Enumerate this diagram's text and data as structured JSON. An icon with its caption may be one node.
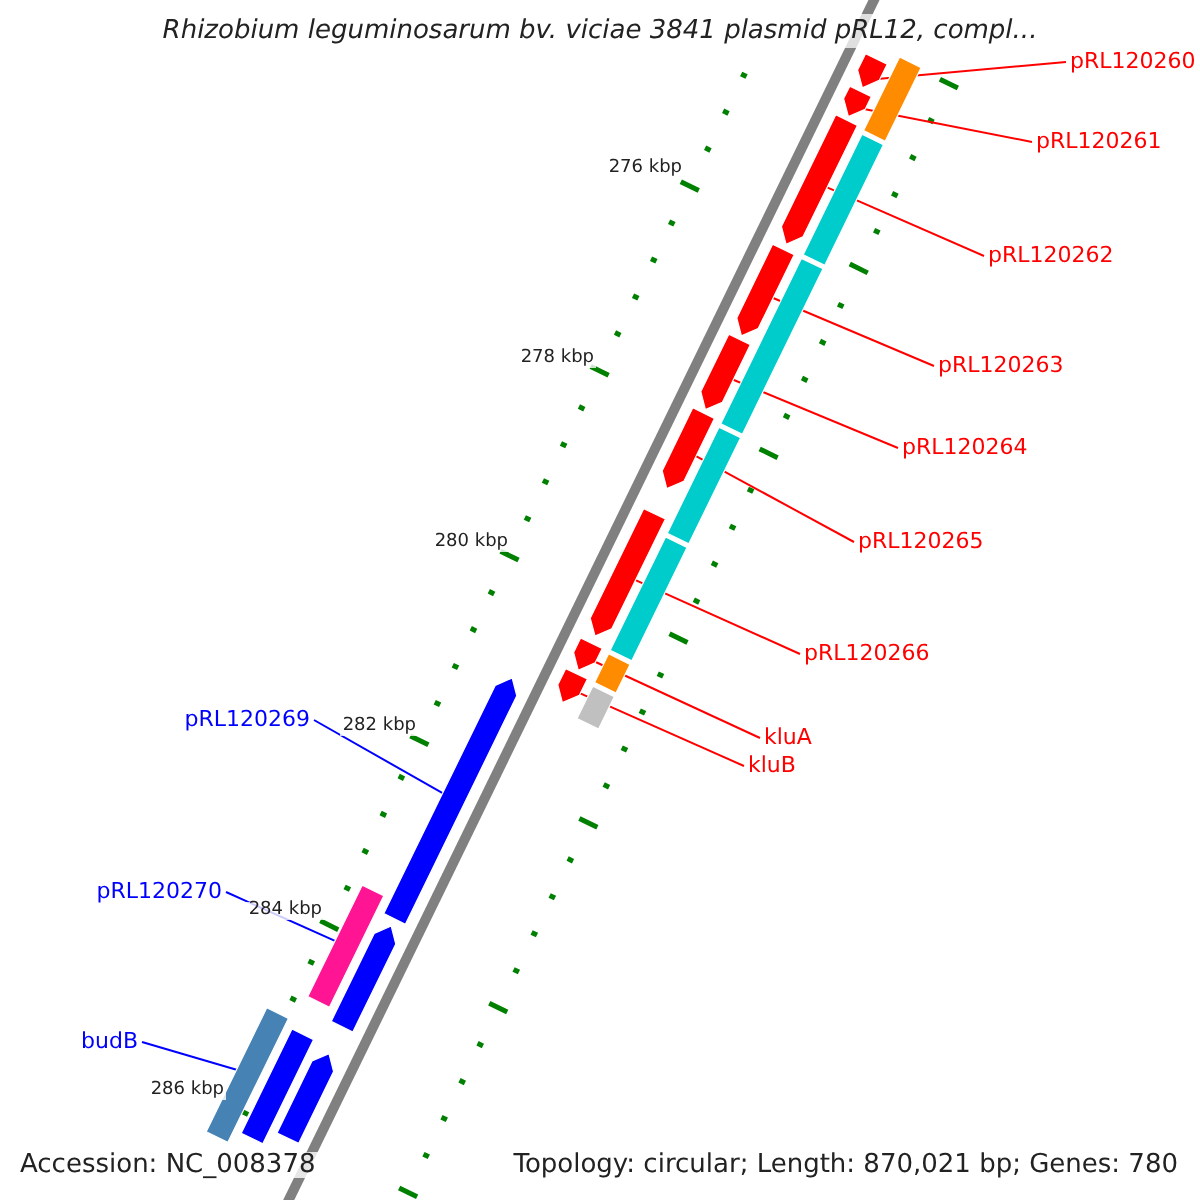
{
  "diagram": {
    "title": "Rhizobium leguminosarum bv. viciae 3841 plasmid pRL12, compl...",
    "nodes": [
      {
        "text": [
          "pRL120260"
        ]
      },
      {
        "text": [
          "pRL120261"
        ]
      },
      {
        "text": [
          "pRL120262"
        ]
      },
      {
        "text": [
          "pRL120263"
        ]
      },
      {
        "text": [
          "pRL120264"
        ]
      },
      {
        "text": [
          "pRL120265"
        ]
      },
      {
        "text": [
          "pRL120266"
        ]
      },
      {
        "text": [
          "kluA"
        ]
      },
      {
        "text": [
          "kluB"
        ]
      },
      {
        "text": [
          "pRL120269"
        ]
      },
      {
        "text": [
          "pRL120270"
        ]
      },
      {
        "text": [
          "budB"
        ]
      },
      {
        "text": [],
        "shape": "arrow"
      },
      {
        "text": [],
        "shape": "bar"
      },
      {
        "text": [],
        "shape": "arrow"
      },
      {
        "text": [],
        "shape": "arrow"
      },
      {
        "text": [],
        "shape": "bar"
      },
      {
        "text": [],
        "shape": "arrow"
      },
      {
        "text": [],
        "shape": "bar"
      },
      {
        "text": [],
        "shape": "arrow"
      },
      {
        "text": [],
        "shape": "arrow"
      },
      {
        "text": [],
        "shape": "bar"
      },
      {
        "text": [],
        "shape": "arrow"
      },
      {
        "text": [],
        "shape": "bar"
      },
      {
        "text": [],
        "shape": "arrow"
      },
      {
        "text": [],
        "shape": "bar"
      },
      {
        "text": [],
        "shape": "arrow"
      },
      {
        "text": [],
        "shape": "bar"
      },
      {
        "text": [],
        "shape": "arrow"
      },
      {
        "text": [],
        "shape": "bar"
      },
      {
        "text": [],
        "shape": "arrow"
      },
      {
        "text": [],
        "shape": "bar"
      },
      {
        "text": [],
        "shape": "bar"
      },
      {
        "text": [],
        "shape": "arrow"
      }
    ],
    "edges": [
      {
        "from": 0,
        "to": 12,
        "arrow": "none"
      },
      {
        "from": 1,
        "to": 14,
        "arrow": "none"
      },
      {
        "from": 2,
        "to": 15,
        "arrow": "none"
      },
      {
        "from": 3,
        "to": 17,
        "arrow": "none"
      },
      {
        "from": 4,
        "to": 19,
        "arrow": "none"
      },
      {
        "from": 5,
        "to": 20,
        "arrow": "none"
      },
      {
        "from": 6,
        "to": 22,
        "arrow": "none"
      },
      {
        "from": 7,
        "to": 24,
        "arrow": "none"
      },
      {
        "from": 8,
        "to": 26,
        "arrow": "none"
      },
      {
        "from": 9,
        "to": 28,
        "arrow": "none",
        "color": "#0000ff"
      },
      {
        "from": 10,
        "to": 29,
        "arrow": "none",
        "color": "#0000ff"
      },
      {
        "from": 11,
        "to": 31,
        "arrow": "none",
        "color": "#0000ff"
      }
    ],
    "labels": [
      "276 kbp",
      "278 kbp",
      "280 kbp",
      "282 kbp",
      "284 kbp",
      "286 kbp",
      "Accession: NC_008378",
      "Topology: circular; Length: 870,021 bp; Genes: 780"
    ]
  }
}
